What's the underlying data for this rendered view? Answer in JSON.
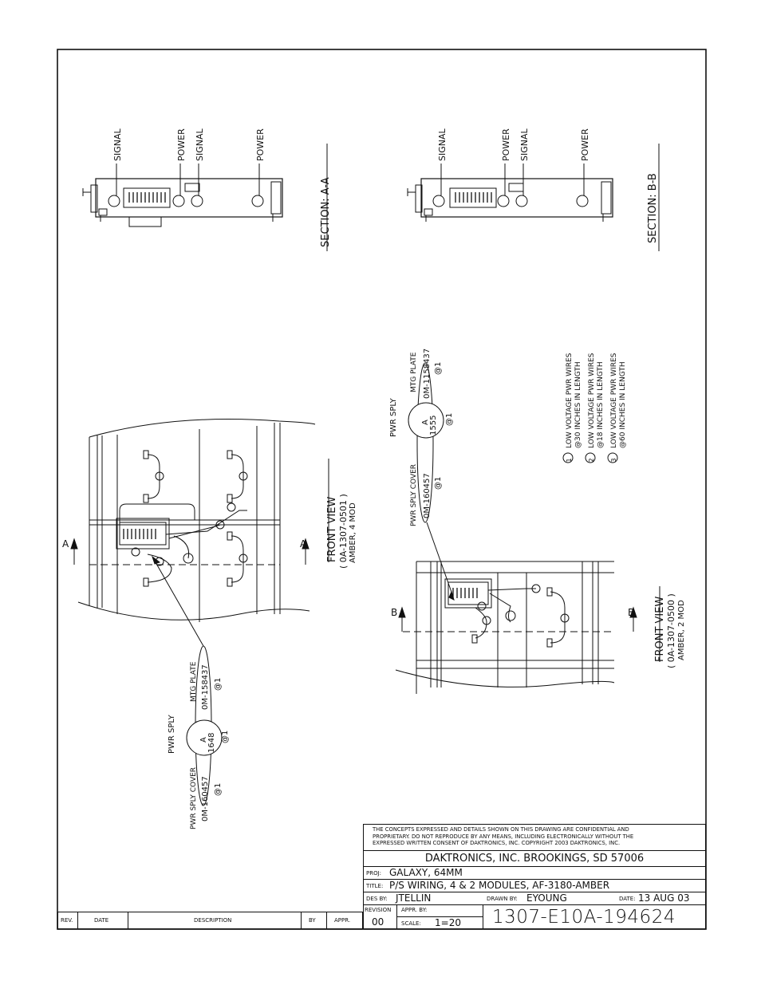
{
  "section_aa": {
    "title": "SECTION: A-A",
    "labels": [
      "SIGNAL",
      "POWER",
      "SIGNAL",
      "POWER"
    ]
  },
  "section_bb": {
    "title": "SECTION: B-B",
    "labels": [
      "SIGNAL",
      "POWER",
      "SIGNAL",
      "POWER"
    ]
  },
  "front_view_4": {
    "title": "FRONT VIEW",
    "part": "( 0A-1307-0501 )",
    "desc": "AMBER, 4 MOD",
    "cut_marker": "A",
    "callout": {
      "left_label": "PWR SPLY COVER",
      "left_part": "0M-160457",
      "left_qty": "@1",
      "circle_top": "PWR SPLY",
      "circle_letter": "A",
      "circle_num": "1648",
      "circle_qty": "@1",
      "right_label": "MTG PLATE",
      "right_part": "0M-158437",
      "right_qty": "@1"
    }
  },
  "front_view_2": {
    "title": "FRONT VIEW",
    "part": "( 0A-1307-0500 )",
    "desc": "AMBER, 2 MOD",
    "cut_marker": "B",
    "callout": {
      "left_label": "PWR SPLY COVER",
      "left_part": "0M-160457",
      "left_qty": "@1",
      "circle_top": "PWR SPLY",
      "circle_letter": "A",
      "circle_num": "1555",
      "circle_qty": "@1",
      "right_label": "MTG PLATE",
      "right_part": "0M-1158437",
      "right_qty": "@1"
    }
  },
  "notes": [
    {
      "num": "1",
      "line1": "LOW VOLTAGE PWR WIRES",
      "line2": "@30 INCHES IN LENGTH"
    },
    {
      "num": "2",
      "line1": "LOW VOLTAGE PWR WIRES",
      "line2": "@18 INCHES IN LENGTH"
    },
    {
      "num": "3",
      "line1": "LOW VOLTAGE PWR WIRES",
      "line2": "@60 INCHES IN LENGTH"
    }
  ],
  "title_block": {
    "notice_1": "THE CONCEPTS EXPRESSED AND DETAILS SHOWN ON THIS DRAWING ARE CONFIDENTIAL AND",
    "notice_2": "PROPRIETARY. DO NOT REPRODUCE BY ANY MEANS, INCLUDING ELECTRONICALLY WITHOUT THE",
    "notice_3": "EXPRESSED WRITTEN CONSENT OF DAKTRONICS, INC.     COPYRIGHT 2003 DAKTRONICS, INC.",
    "company": "DAKTRONICS, INC.   BROOKINGS, SD 57006",
    "proj_label": "PROJ:",
    "proj": "GALAXY, 64MM",
    "title_label": "TITLE:",
    "title": "P/S WIRING, 4 & 2 MODULES, AF-3180-AMBER",
    "des_label": "DES BY:",
    "des_by": "JTELLIN",
    "drawn_label": "DRAWN BY:",
    "drawn_by": "EYOUNG",
    "date_label": "DATE:",
    "date": "13 AUG 03",
    "revision_label": "REVISION",
    "revision": "00",
    "appr_label": "APPR. BY:",
    "scale_label": "SCALE:",
    "scale": "1=20",
    "drawing_number": "1307-E10A-194624"
  },
  "revision_block": {
    "rev": "REV.",
    "date": "DATE",
    "description": "DESCRIPTION",
    "by": "BY",
    "appr": "APPR."
  }
}
